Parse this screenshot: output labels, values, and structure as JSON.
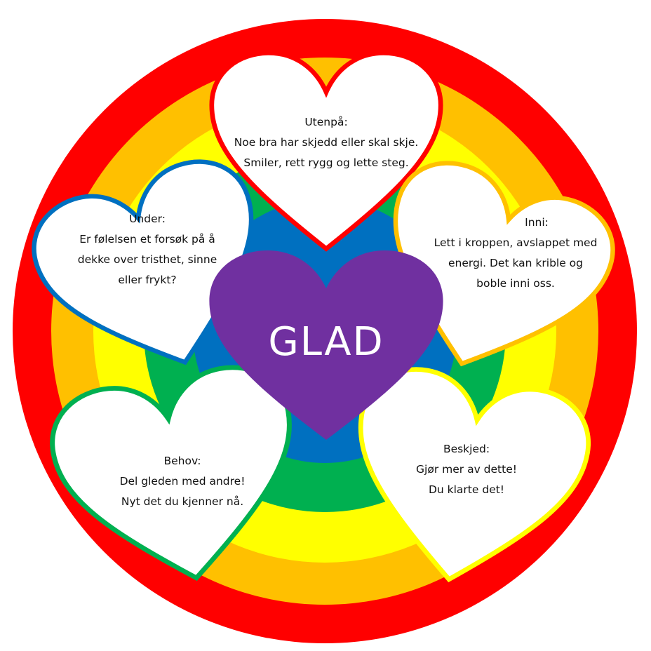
{
  "colors": {
    "rings": [
      "#ff0000",
      "#ffc000",
      "#ffff00",
      "#00b050",
      "#0070c0"
    ],
    "center_heart": "#7030a0"
  },
  "center": {
    "label": "GLAD"
  },
  "hearts": {
    "top": {
      "color": "#ff0000",
      "title": "Utenpå:",
      "lines": [
        "Noe bra har skjedd eller skal skje.",
        "Smiler, rett rygg og lette steg."
      ]
    },
    "left": {
      "color": "#0070c0",
      "title": "Under:",
      "lines": [
        "Er følelsen et forsøk på å",
        "dekke over tristhet, sinne",
        "eller frykt?"
      ]
    },
    "right": {
      "color": "#ffc000",
      "title": "Inni:",
      "lines": [
        "Lett i kroppen, avslappet med",
        "energi. Det kan krible og",
        "boble inni oss."
      ]
    },
    "bottom_left": {
      "color": "#00b050",
      "title": "Behov:",
      "lines": [
        "Del gleden med andre!",
        "Nyt det du kjenner nå."
      ]
    },
    "bottom_right": {
      "color": "#ffff00",
      "title": "Beskjed:",
      "lines": [
        "Gjør mer av dette!",
        "Du klarte det!"
      ]
    }
  }
}
